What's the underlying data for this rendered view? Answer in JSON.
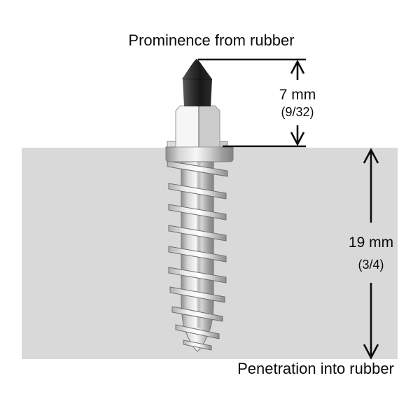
{
  "diagram": {
    "top_label": "Prominence from rubber",
    "bottom_label": "Penetration into rubber",
    "prominence_dim": {
      "metric": "7 mm",
      "imperial": "(9/32)"
    },
    "penetration_dim": {
      "metric": "19 mm",
      "imperial": "(3/4)"
    },
    "colors": {
      "rubber_block": "#d9d9d9",
      "dimension_ink": "#0b0b0b",
      "stud_tip": "#2a2a2a",
      "stud_metal_light": "#f7f7f7",
      "stud_metal_dark": "#8a8a8a"
    }
  }
}
